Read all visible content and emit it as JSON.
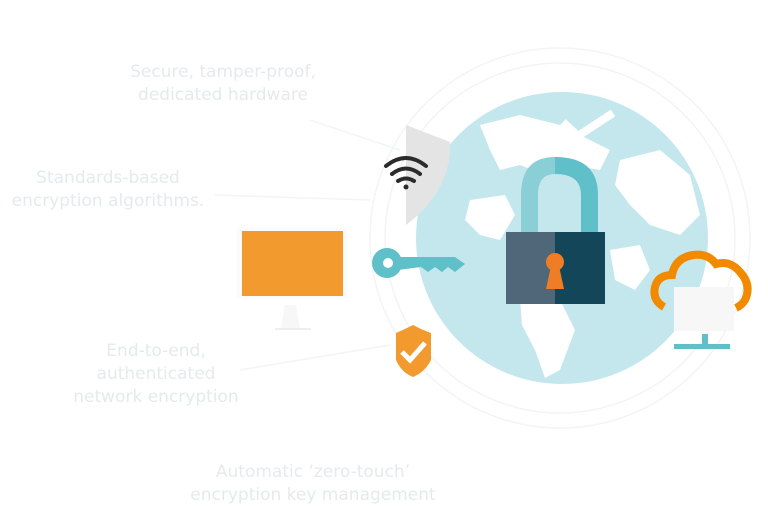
{
  "captions": {
    "hardware": [
      "Secure, tamper-proof,",
      "dedicated hardware"
    ],
    "algorithms": [
      "Standards-based",
      "encryption algorithms."
    ],
    "network": [
      "End-to-end,",
      "authenticated",
      "network encryption"
    ],
    "keys": [
      "Automatic ‘zero-touch’",
      "encryption key management"
    ]
  },
  "colors": {
    "globe": "#c3e7ec",
    "teal": "#5fc0c9",
    "orange": "#f39a2e",
    "lock_left": "#50677a",
    "lock_right": "#14465a",
    "keyhole": "#ee7d25",
    "caption": "#e6eaec"
  },
  "icons": [
    "globe-icon",
    "padlock-icon",
    "wifi-icon",
    "shield-icon",
    "key-icon",
    "monitor-icon",
    "shield-check-icon",
    "cloud-server-icon",
    "checkmark-icon"
  ]
}
